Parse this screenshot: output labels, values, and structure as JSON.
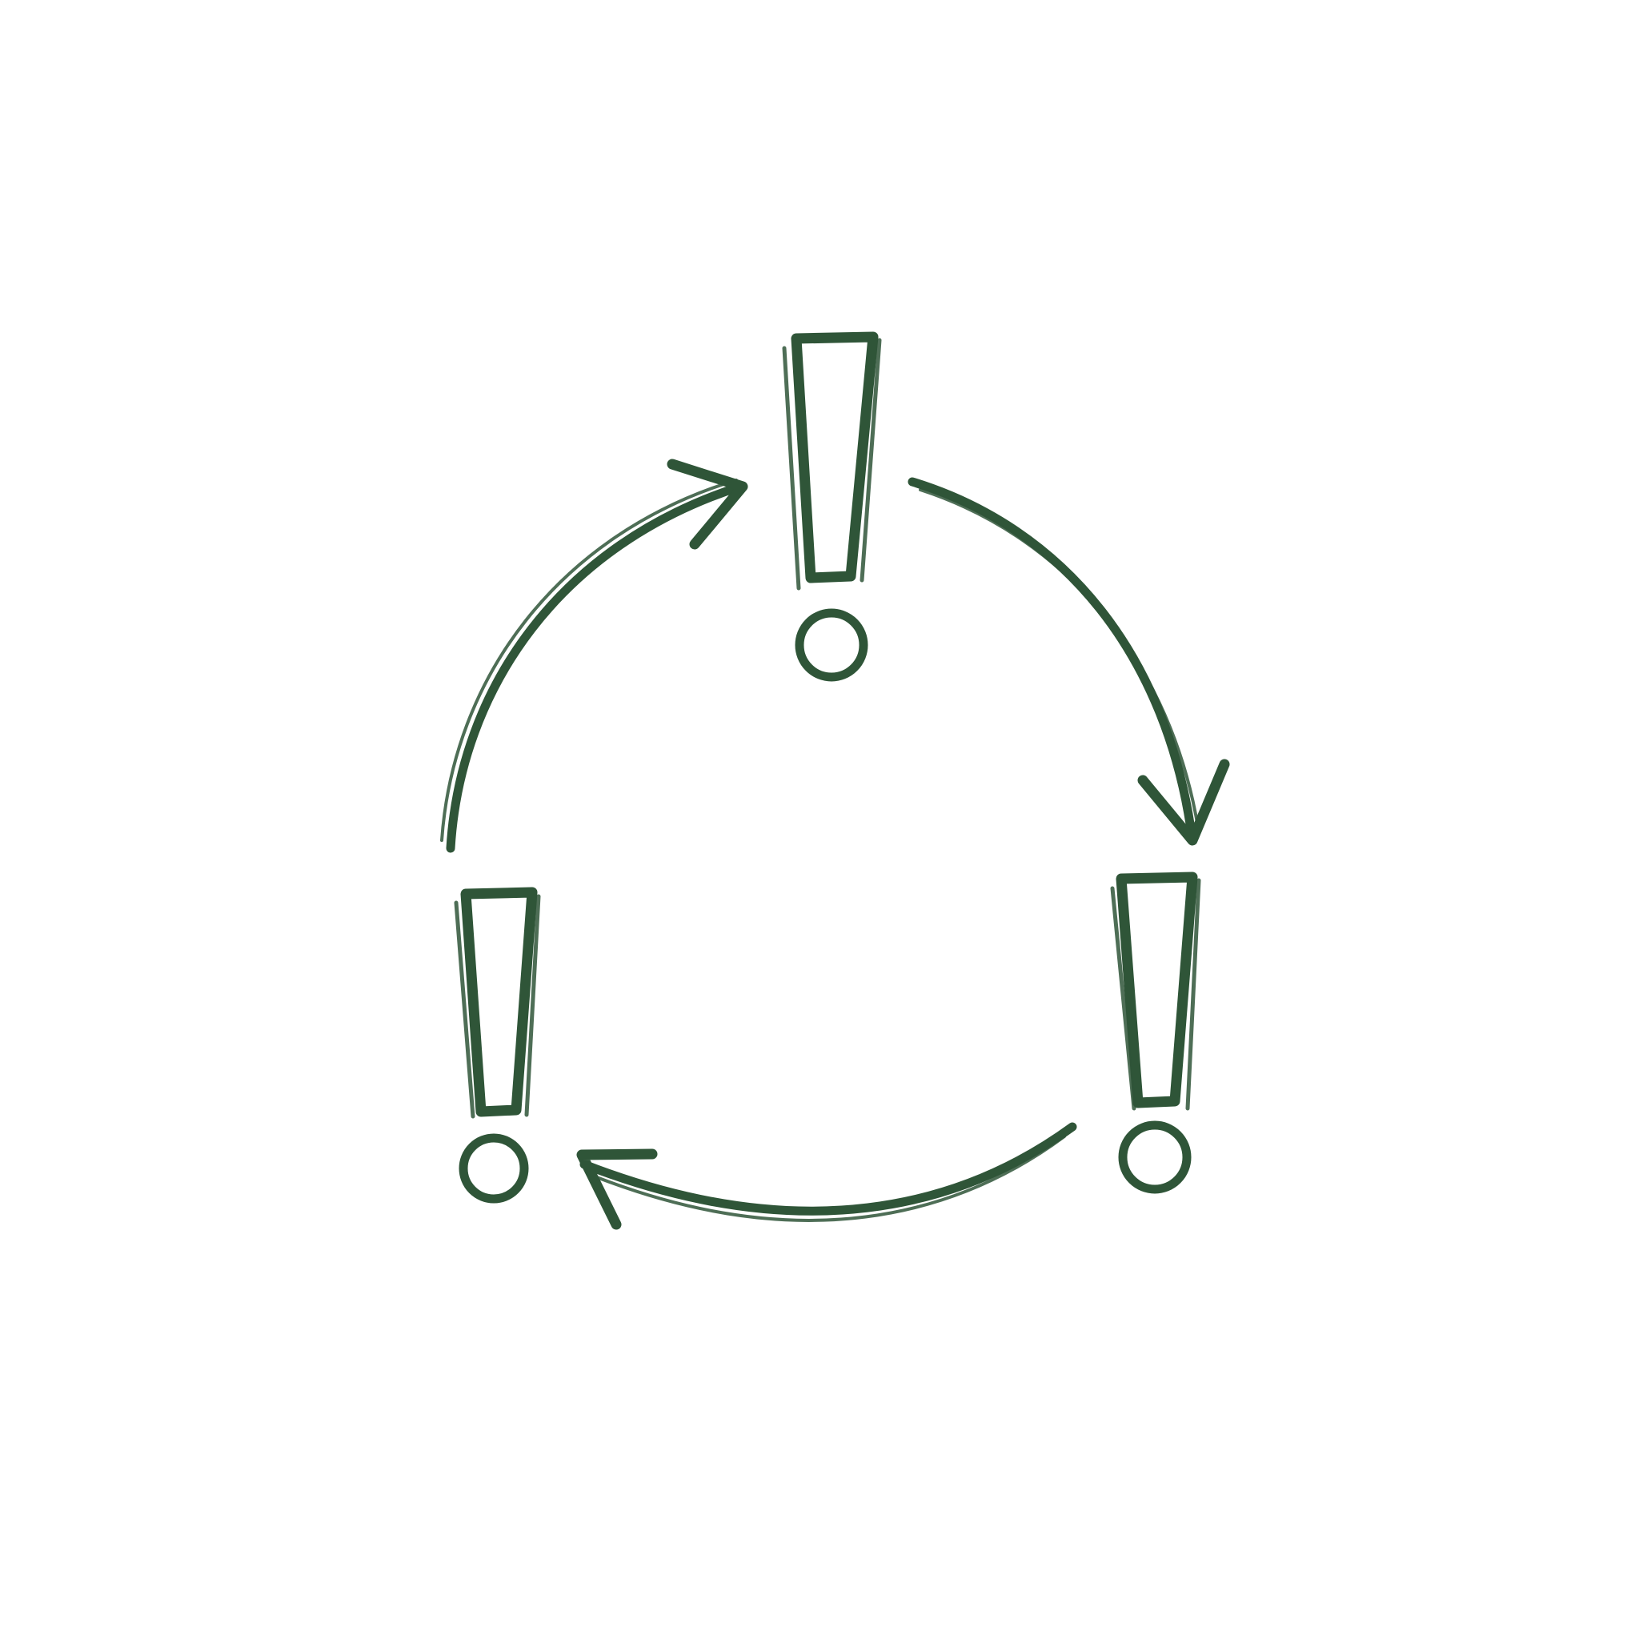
{
  "diagram": {
    "kind": "cycle",
    "node_count": 3,
    "nodes": [
      {
        "id": "top",
        "icon": "exclamation-mark-icon"
      },
      {
        "id": "bottom-right",
        "icon": "exclamation-mark-icon"
      },
      {
        "id": "bottom-left",
        "icon": "exclamation-mark-icon"
      }
    ],
    "edges": [
      {
        "from": "bottom-left",
        "to": "top",
        "direction": "clockwise"
      },
      {
        "from": "top",
        "to": "bottom-right",
        "direction": "clockwise"
      },
      {
        "from": "bottom-right",
        "to": "bottom-left",
        "direction": "clockwise"
      }
    ]
  },
  "colors": {
    "ink": "#2f5538",
    "background": "#ffffff"
  }
}
